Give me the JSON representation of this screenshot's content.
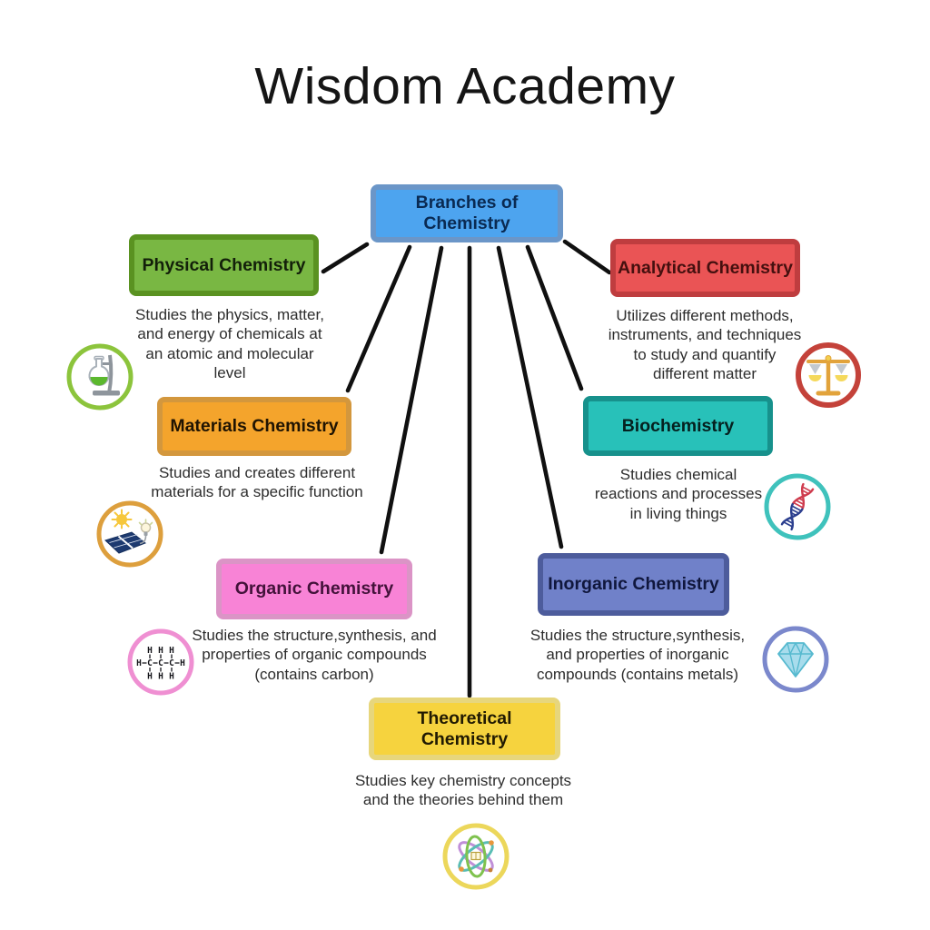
{
  "title": "Wisdom Academy",
  "root": {
    "label": "Branches of Chemistry",
    "fill": "#4da4ef",
    "border": "#6b96c8",
    "text_color": "#0a2a52"
  },
  "branches": [
    {
      "name": "physical-chemistry",
      "label": "Physical Chemistry",
      "description": "Studies the physics, matter,\nand energy of chemicals at\nan atomic and molecular\nlevel",
      "fill": "#79b743",
      "border": "#5a9221",
      "text_color": "#13200a",
      "icon": "flask-stand-icon",
      "icon_ring": "#8cc43c"
    },
    {
      "name": "analytical-chemistry",
      "label": "Analytical Chemistry",
      "description": "Utilizes different methods,\ninstruments, and techniques\nto study and quantify\ndifferent matter",
      "fill": "#ea5455",
      "border": "#bf3d3f",
      "text_color": "#45100f",
      "icon": "balance-scale-icon",
      "icon_ring": "#c4423a"
    },
    {
      "name": "materials-chemistry",
      "label": "Materials Chemistry",
      "description": "Studies and creates different\nmaterials for a specific function",
      "fill": "#f4a42c",
      "border": "#d3973d",
      "text_color": "#201402",
      "icon": "solar-panel-icon",
      "icon_ring": "#dd9f3d"
    },
    {
      "name": "biochemistry",
      "label": "Biochemistry",
      "description": "Studies chemical\nreactions and processes\nin living things",
      "fill": "#28c1b9",
      "border": "#17918c",
      "text_color": "#05211f",
      "icon": "dna-icon",
      "icon_ring": "#3fc2bc"
    },
    {
      "name": "organic-chemistry",
      "label": "Organic Chemistry",
      "description": "Studies the structure,synthesis, and\nproperties of organic compounds\n(contains carbon)",
      "fill": "#f883d6",
      "border": "#db94c6",
      "text_color": "#43123a",
      "icon": "molecule-icon",
      "icon_ring": "#ef8fd2"
    },
    {
      "name": "inorganic-chemistry",
      "label": "Inorganic Chemistry",
      "description": "Studies the structure,synthesis,\nand properties of inorganic\ncompounds (contains metals)",
      "fill": "#7081c9",
      "border": "#4d5c9c",
      "text_color": "#10173d",
      "icon": "diamond-icon",
      "icon_ring": "#7b88cc"
    },
    {
      "name": "theoretical-chemistry",
      "label": "Theoretical Chemistry",
      "description": "Studies key chemistry concepts\nand the theories behind them",
      "fill": "#f6d33e",
      "border": "#e7d67c",
      "text_color": "#211a02",
      "icon": "atom-icon",
      "icon_ring": "#ecd75b"
    }
  ]
}
